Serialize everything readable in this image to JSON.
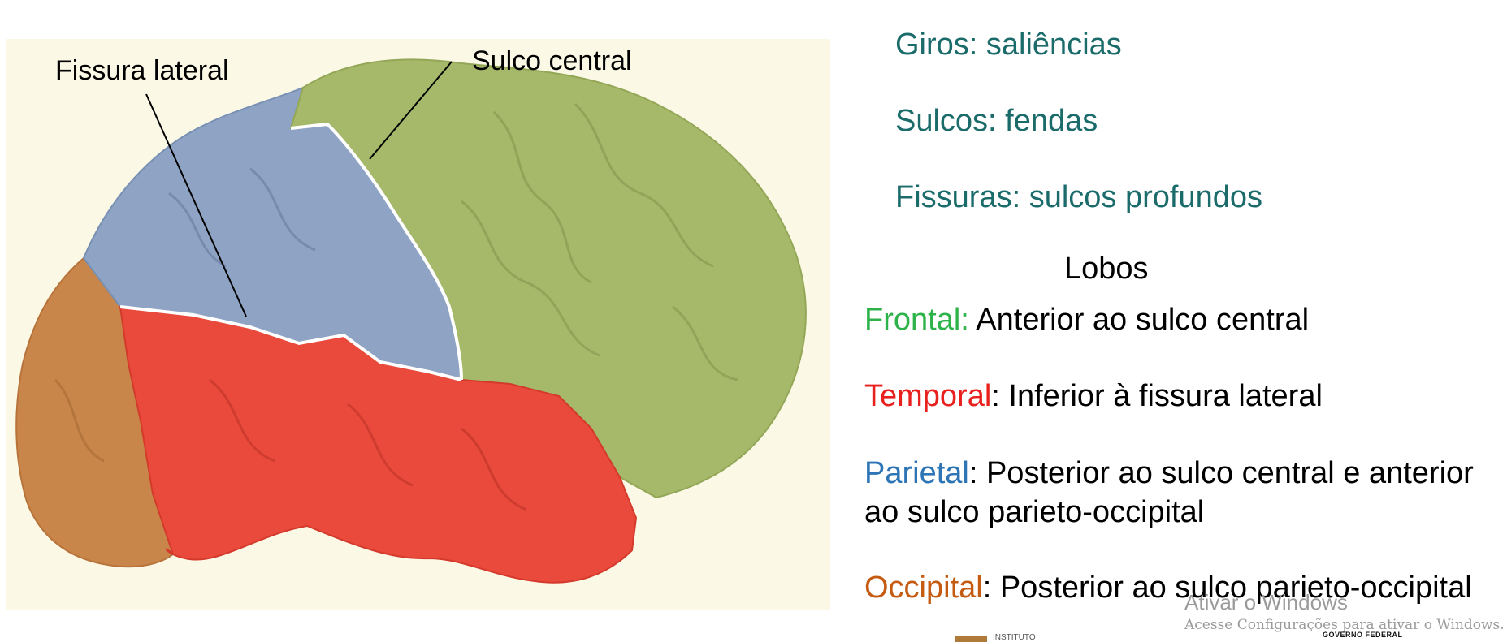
{
  "figure": {
    "label_fissura": "Fissura lateral",
    "label_sulco": "Sulco central",
    "colors": {
      "background": "#fbf9e6",
      "frontal": "#a6b86a",
      "parietal": "#8fa4c4",
      "temporal": "#ea4a3c",
      "occipital": "#c9864a"
    }
  },
  "definitions": [
    {
      "text": "Giros: saliências"
    },
    {
      "text": "Sulcos: fendas"
    },
    {
      "text": "Fissuras: sulcos profundos"
    }
  ],
  "lobos_title": "Lobos",
  "lobes": [
    {
      "name": "Frontal:",
      "color": "#2db34a",
      "desc": " Anterior ao sulco central"
    },
    {
      "name": "Temporal",
      "color": "#e8211f",
      "desc": ": Inferior à fissura lateral"
    },
    {
      "name": "Parietal",
      "color": "#2e75b6",
      "desc": ": Posterior ao sulco central e anterior ao sulco parieto-occipital"
    },
    {
      "name": "Occipital",
      "color": "#c55a11",
      "desc": ": Posterior ao sulco parieto-occipital"
    }
  ],
  "watermark": {
    "title": "Ativar o Windows",
    "subtitle": "Acesse Configurações para ativar o Windows."
  },
  "footer": {
    "institute": "INSTITUTO",
    "government": "GOVERNO FEDERAL"
  }
}
